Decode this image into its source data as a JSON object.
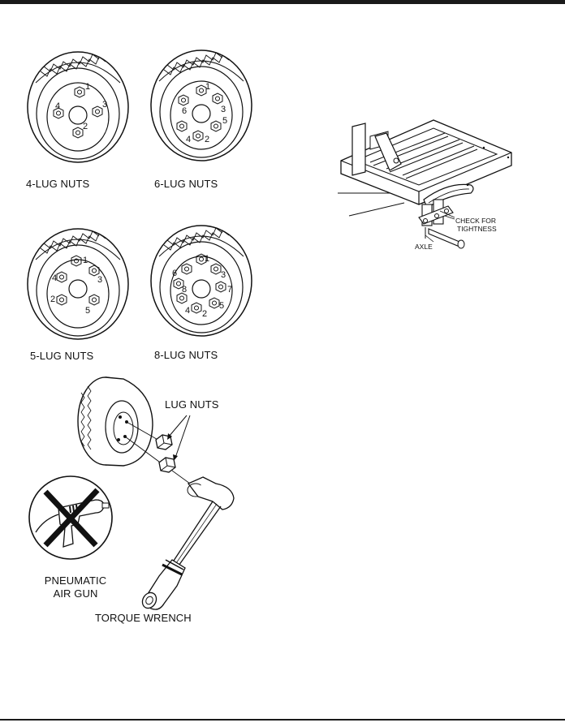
{
  "wheels": [
    {
      "id": "4-lug",
      "label": "4-LUG NUTS",
      "nut_numbers": [
        "1",
        "3",
        "2",
        "4"
      ]
    },
    {
      "id": "6-lug",
      "label": "6-LUG NUTS",
      "nut_numbers": [
        "1",
        "3",
        "5",
        "2",
        "4",
        "6"
      ]
    },
    {
      "id": "5-lug",
      "label": "5-LUG NUTS",
      "nut_numbers": [
        "1",
        "3",
        "5",
        "2",
        "4"
      ]
    },
    {
      "id": "8-lug",
      "label": "8-LUG NUTS",
      "nut_numbers": [
        "1",
        "3",
        "7",
        "5",
        "2",
        "4",
        "8",
        "6"
      ]
    }
  ],
  "lug_nuts_label": "LUG NUTS",
  "pneumatic_label_line1": "PNEUMATIC",
  "pneumatic_label_line2": "AIR GUN",
  "torque_wrench_label": "TORQUE WRENCH",
  "trailer": {
    "check_label_line1": "CHECK FOR",
    "check_label_line2": "TIGHTNESS",
    "axle_label": "AXLE"
  }
}
